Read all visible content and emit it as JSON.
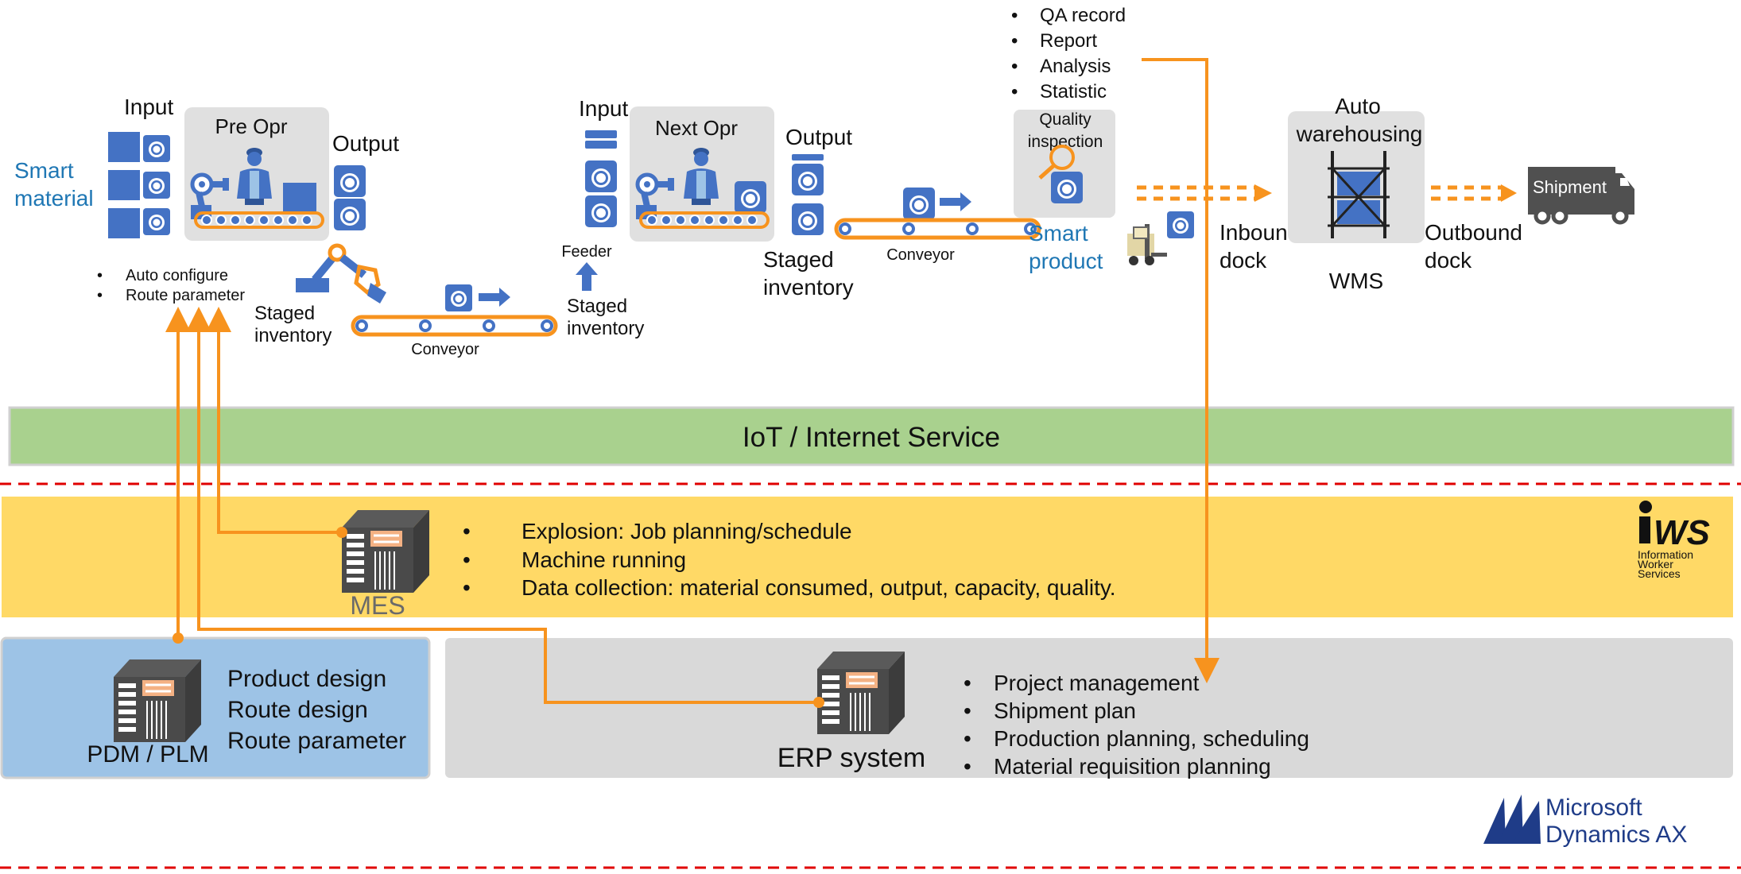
{
  "colors": {
    "orange": "#f7931e",
    "blue": "#4472c4",
    "teal_blue": "#1f77b4",
    "green_band": "#a9d18e",
    "yellow_band": "#ffd966",
    "light_blue_box": "#9dc3e6",
    "grey_box": "#d9d9d9",
    "machine_bg": "#e0e0e0",
    "dashed_red": "#e00000",
    "text": "#111111"
  },
  "factory": {
    "smart_material": [
      "Smart",
      "material"
    ],
    "pre": {
      "input": "Input",
      "opr": "Pre Opr",
      "output": "Output",
      "bullets": [
        "Auto configure",
        "Route parameter"
      ],
      "staged": [
        "Staged",
        "inventory"
      ],
      "conveyor": "Conveyor"
    },
    "feeder": "Feeder",
    "staged2": [
      "Staged",
      "inventory"
    ],
    "next": {
      "input": "Input",
      "opr": "Next Opr",
      "output": "Output",
      "staged": [
        "Staged",
        "inventory"
      ],
      "conveyor": "Conveyor"
    },
    "qa_bullets": [
      "QA record",
      "Report",
      "Analysis",
      "Statistic"
    ],
    "quality_inspection": [
      "Quality",
      "inspection"
    ],
    "smart_product": [
      "Smart",
      "product"
    ],
    "inbound": [
      "Inbound",
      "dock"
    ],
    "warehouse": [
      "Auto",
      "warehousing"
    ],
    "wms": "WMS",
    "outbound": [
      "Outbound",
      "dock"
    ],
    "shipment": "Shipment"
  },
  "iot": {
    "label": "IoT / Internet Service"
  },
  "mes": {
    "label": "MES",
    "bullets": [
      "Explosion: Job planning/schedule",
      "Machine running",
      "Data collection: material consumed, output, capacity, quality."
    ],
    "logo": [
      "iWS",
      "Information",
      "Worker",
      "Services"
    ]
  },
  "pdm": {
    "label": "PDM / PLM",
    "lines": [
      "Product design",
      "Route design",
      "Route parameter"
    ]
  },
  "erp": {
    "label": "ERP system",
    "bullets": [
      "Project management",
      "Shipment plan",
      "Production planning, scheduling",
      "Material requisition planning"
    ]
  },
  "ms_logo": [
    "Microsoft",
    "Dynamics AX"
  ],
  "icons": [
    "server-icon",
    "worker-icon",
    "robot-arm-icon",
    "conveyor-icon",
    "arrow-right-icon",
    "forklift-icon",
    "truck-icon",
    "magnifier-icon",
    "rack-icon",
    "washer-icon",
    "box-icon"
  ]
}
